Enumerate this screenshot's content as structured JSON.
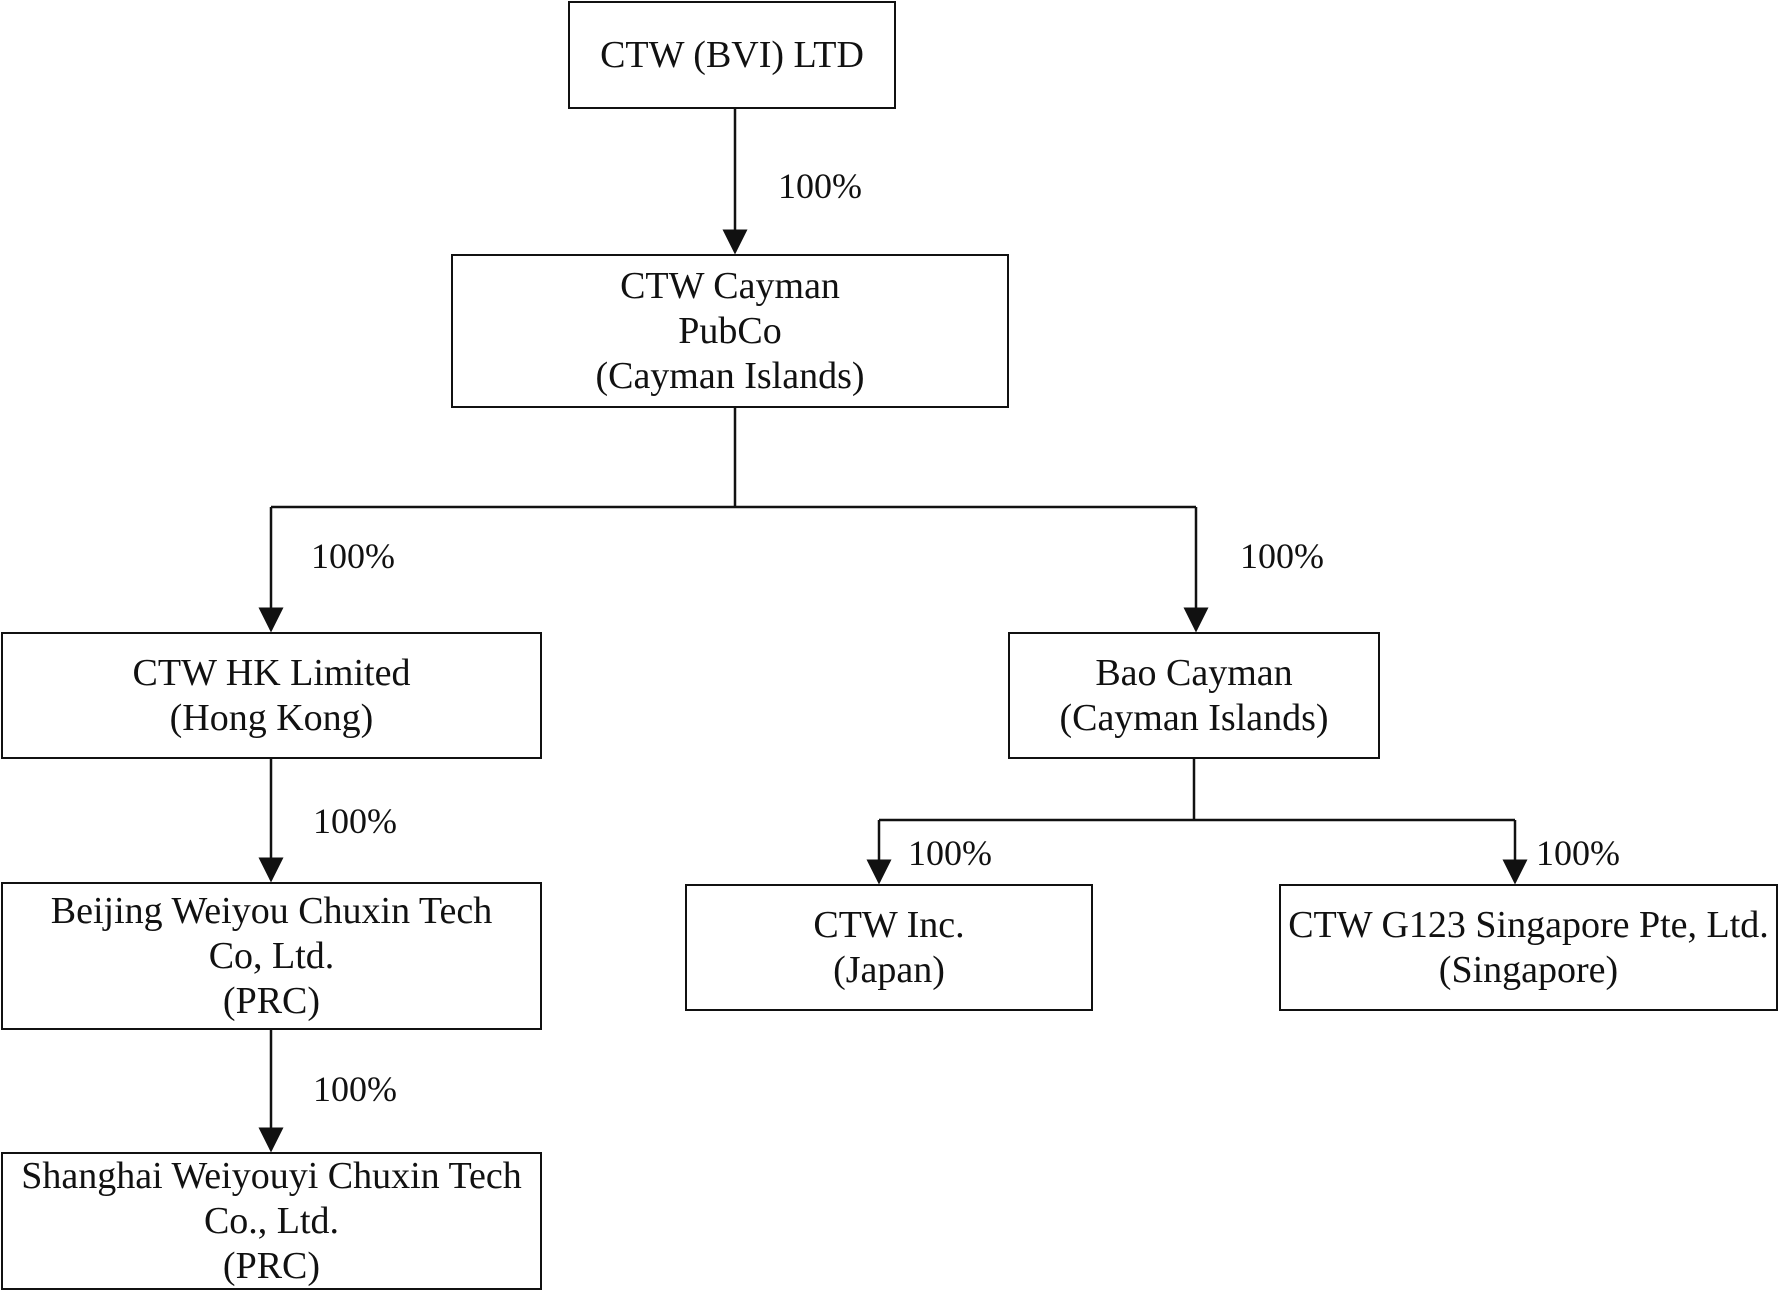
{
  "entities": {
    "bvi": {
      "lines": [
        "CTW (BVI) LTD"
      ]
    },
    "pubco": {
      "lines": [
        "CTW Cayman",
        "PubCo",
        "(Cayman Islands)"
      ]
    },
    "hk": {
      "lines": [
        "CTW HK Limited",
        "(Hong Kong)"
      ]
    },
    "bao": {
      "lines": [
        "Bao Cayman",
        "(Cayman Islands)"
      ]
    },
    "beijing": {
      "lines": [
        "Beijing Weiyou Chuxin Tech",
        "Co, Ltd.",
        "(PRC)"
      ]
    },
    "japan": {
      "lines": [
        "CTW Inc.",
        "(Japan)"
      ]
    },
    "singapore": {
      "lines": [
        "CTW G123 Singapore Pte, Ltd.",
        "(Singapore)"
      ]
    },
    "shanghai": {
      "lines": [
        "Shanghai Weiyouyi Chuxin Tech",
        "Co., Ltd.",
        "(PRC)"
      ]
    }
  },
  "ownership": [
    {
      "from": "bvi",
      "to": "pubco",
      "label": "100%"
    },
    {
      "from": "pubco",
      "to": "hk",
      "label": "100%"
    },
    {
      "from": "pubco",
      "to": "bao",
      "label": "100%"
    },
    {
      "from": "hk",
      "to": "beijing",
      "label": "100%"
    },
    {
      "from": "bao",
      "to": "japan",
      "label": "100%"
    },
    {
      "from": "bao",
      "to": "singapore",
      "label": "100%"
    },
    {
      "from": "beijing",
      "to": "shanghai",
      "label": "100%"
    }
  ],
  "colors": {
    "line": "#111111",
    "text": "#111111",
    "background": "#ffffff"
  }
}
